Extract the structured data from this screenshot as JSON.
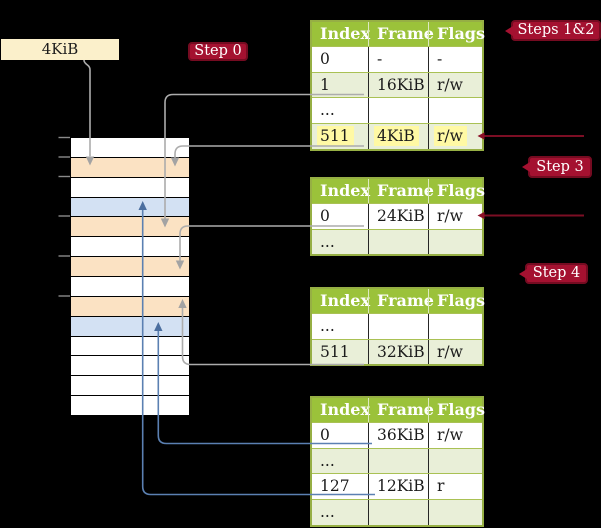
{
  "labels": {
    "frame_address": "4KiB"
  },
  "badges": {
    "step0": "Step 0",
    "steps12": "Steps 1&2",
    "step3": "Step 3",
    "step4": "Step 4"
  },
  "memory_column": {
    "rows": [
      {
        "color": "white"
      },
      {
        "color": "peach"
      },
      {
        "color": "white"
      },
      {
        "color": "blue"
      },
      {
        "color": "peach"
      },
      {
        "color": "white"
      },
      {
        "color": "peach"
      },
      {
        "color": "white"
      },
      {
        "color": "peach"
      },
      {
        "color": "blue"
      },
      {
        "color": "white"
      },
      {
        "color": "white"
      },
      {
        "color": "white"
      },
      {
        "color": "white"
      }
    ]
  },
  "page_tables": [
    {
      "name": "page-table-steps-1-2",
      "columns": [
        "Index",
        "Frame",
        "Flags"
      ],
      "rows": [
        {
          "cells": [
            "0",
            "-",
            "-"
          ],
          "shaded": false,
          "highlighted": false
        },
        {
          "cells": [
            "1",
            "16KiB",
            "r/w"
          ],
          "shaded": true,
          "highlighted": false
        },
        {
          "cells": [
            "...",
            "",
            ""
          ],
          "shaded": false,
          "highlighted": false
        },
        {
          "cells": [
            "511",
            "4KiB",
            "r/w"
          ],
          "shaded": true,
          "highlighted": true
        }
      ]
    },
    {
      "name": "page-table-step-3",
      "columns": [
        "Index",
        "Frame",
        "Flags"
      ],
      "rows": [
        {
          "cells": [
            "0",
            "24KiB",
            "r/w"
          ],
          "shaded": false,
          "highlighted": false
        },
        {
          "cells": [
            "...",
            "",
            ""
          ],
          "shaded": true,
          "highlighted": false
        }
      ]
    },
    {
      "name": "page-table-step-4",
      "columns": [
        "Index",
        "Frame",
        "Flags"
      ],
      "rows": [
        {
          "cells": [
            "...",
            "",
            ""
          ],
          "shaded": false,
          "highlighted": false
        },
        {
          "cells": [
            "511",
            "32KiB",
            "r/w"
          ],
          "shaded": true,
          "highlighted": false
        }
      ]
    },
    {
      "name": "page-table-final",
      "columns": [
        "Index",
        "Frame",
        "Flags"
      ],
      "rows": [
        {
          "cells": [
            "0",
            "36KiB",
            "r/w"
          ],
          "shaded": false,
          "highlighted": false
        },
        {
          "cells": [
            "...",
            "",
            ""
          ],
          "shaded": true,
          "highlighted": false
        },
        {
          "cells": [
            "127",
            "12KiB",
            "r"
          ],
          "shaded": false,
          "highlighted": false
        },
        {
          "cells": [
            "...",
            "",
            ""
          ],
          "shaded": true,
          "highlighted": false
        }
      ]
    }
  ],
  "colors": {
    "table_header_green": "#9BC23A",
    "table_row_green": "#E9EFD8",
    "table_border_green": "#96AF44",
    "highlight_yellow": "#FFF9A4",
    "badge_red": "#A41130",
    "badge_border_red": "#750B21",
    "frame_peach": "#FBE2C3",
    "frame_blue": "#D3E1F3",
    "address_box_cream": "#FBF0CB",
    "arrow_gray": "#ACACAC",
    "arrow_blue": "#5B80B2",
    "arrow_dark_red": "#7C0E24"
  }
}
